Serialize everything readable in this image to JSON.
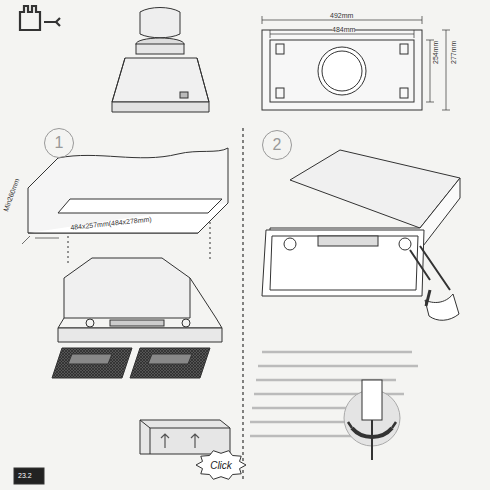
{
  "diagram": {
    "nodes": [
      {
        "text": [
          "1"
        ]
      },
      {
        "text": [
          "2"
        ]
      },
      {
        "text": [
          "Click"
        ]
      }
    ],
    "labels": [
      "492mm",
      "484mm",
      "254mm",
      "277mm",
      "484x257mm(484x278mm)",
      "Min260mm",
      "23.2"
    ]
  }
}
